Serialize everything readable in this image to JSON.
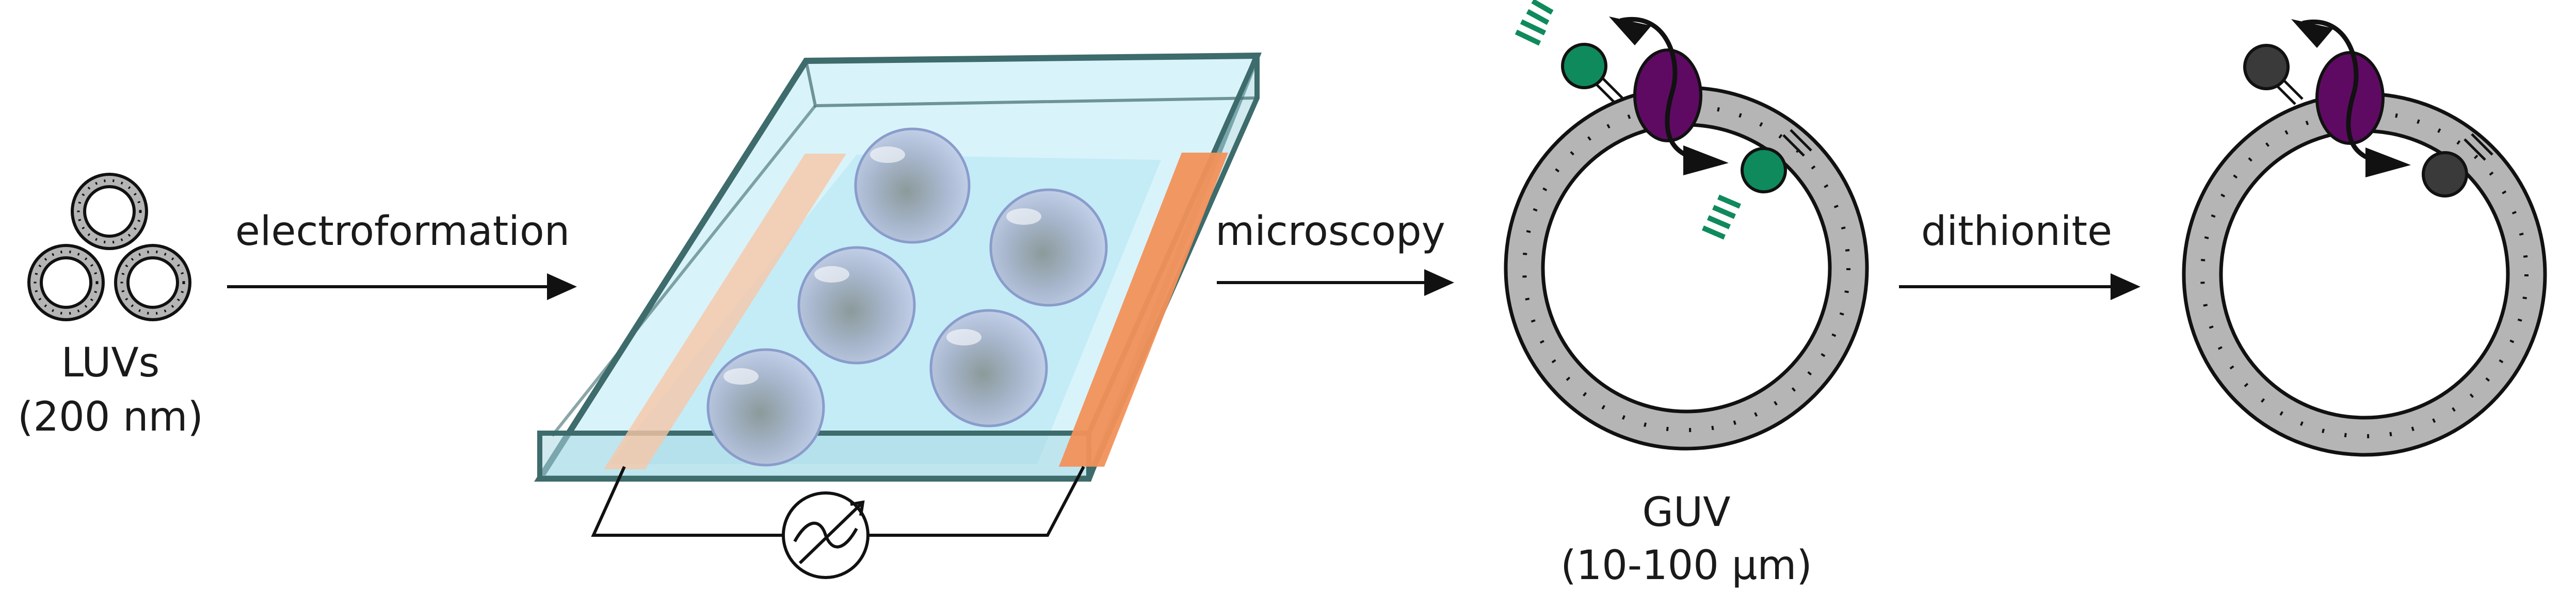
{
  "labels": {
    "luvs_line1": "LUVs",
    "luvs_line2": "(200 nm)",
    "step1": "electroformation",
    "step2": "microscopy",
    "step3": "dithionite",
    "guv_line1": "GUV",
    "guv_line2": "(10-100 μm)"
  },
  "colors": {
    "membrane_gray": "#b5b5b5",
    "lipid_dots": "#111111",
    "scramblase_purple": "#5e0a63",
    "fluorescent_green": "#0f8a5c",
    "quenched_dark": "#3a3a3a",
    "electrode_orange": "#f2915a",
    "glass_border": "#3e6b6b",
    "glass_fill": "#c9eef7",
    "vesicle_blue": "#a7b9d9"
  }
}
